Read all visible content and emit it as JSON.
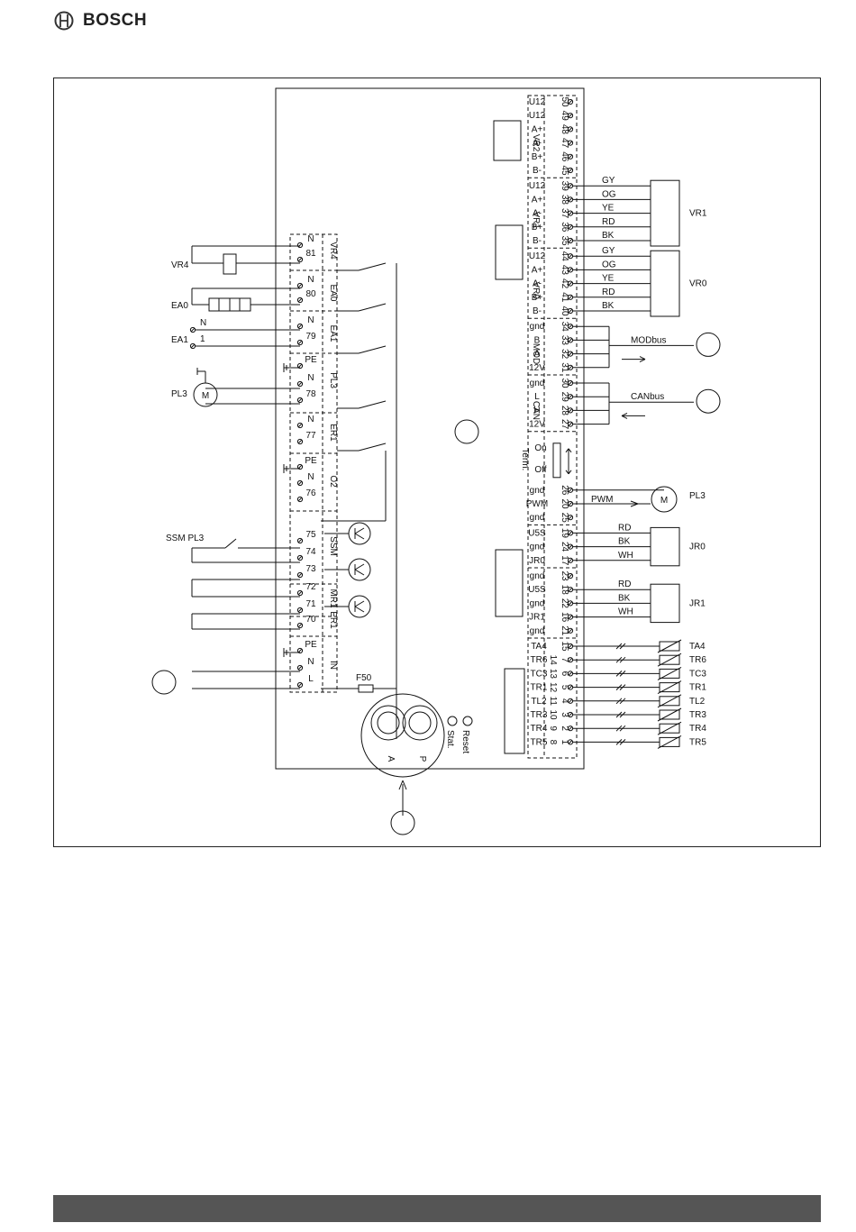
{
  "brand": {
    "name": "BOSCH",
    "logo_icon": "bosch-armature-icon",
    "footer_color": "#555555"
  },
  "diagram": {
    "left_devices": [
      "VR4",
      "EA0",
      "EA1",
      "PL3",
      "SSM PL3"
    ],
    "motor_symbol": "M",
    "ea1_terminals": [
      "N",
      "1"
    ],
    "left_terminals": [
      {
        "group": "VR4",
        "rows": [
          "N",
          "81"
        ]
      },
      {
        "group": "EA0",
        "rows": [
          "N",
          "80"
        ]
      },
      {
        "group": "EA1",
        "rows": [
          "N",
          "79"
        ]
      },
      {
        "group": "PL3",
        "rows": [
          "PE",
          "N",
          "78"
        ]
      },
      {
        "group": "ER1",
        "rows": [
          "N",
          "77"
        ]
      },
      {
        "group": "O2",
        "rows": [
          "PE",
          "N",
          "76"
        ]
      },
      {
        "group": "SSM",
        "rows": [
          "75",
          "74",
          "73"
        ]
      },
      {
        "group": "MR1",
        "rows": [
          "72",
          "71"
        ]
      },
      {
        "group": "ER1",
        "rows": [
          "70"
        ]
      },
      {
        "group": "IN",
        "rows": [
          "PE",
          "N",
          "L"
        ]
      }
    ],
    "fuse": "F50",
    "rotary_labels": [
      "A",
      "P"
    ],
    "led_labels": [
      "Stat.",
      "Reset"
    ],
    "right_terminals": [
      {
        "group": "VR2",
        "rows": [
          [
            "U12",
            "50"
          ],
          [
            "U12",
            "49"
          ],
          [
            "A+",
            "48"
          ],
          [
            "A-",
            "47"
          ],
          [
            "B+",
            "46"
          ],
          [
            "B-",
            "45"
          ]
        ]
      },
      {
        "group": "VR1",
        "rows": [
          [
            "U12",
            "39"
          ],
          [
            "A+",
            "38"
          ],
          [
            "A-",
            "37"
          ],
          [
            "B+",
            "36"
          ],
          [
            "B-",
            "35"
          ]
        ]
      },
      {
        "group": "VR0",
        "rows": [
          [
            "U12",
            "44"
          ],
          [
            "A+",
            "43"
          ],
          [
            "A-",
            "42"
          ],
          [
            "B+",
            "41"
          ],
          [
            "B-",
            "40"
          ]
        ]
      },
      {
        "group": "MOD",
        "rows": [
          [
            "gnd",
            "34"
          ],
          [
            "B",
            "33"
          ],
          [
            "A",
            "32"
          ],
          [
            "12V",
            "31"
          ]
        ]
      },
      {
        "group": "CAN",
        "rows": [
          [
            "gnd",
            "30"
          ],
          [
            "L",
            "29"
          ],
          [
            "H",
            "28"
          ],
          [
            "12V",
            "27"
          ]
        ]
      }
    ],
    "term_switch": {
      "label": "Term.",
      "on": "On",
      "off": "Off"
    },
    "pl3_terminals": [
      [
        "gnd",
        "26"
      ],
      [
        "PWM",
        "20"
      ],
      [
        "gnd",
        "25"
      ]
    ],
    "jr0_terminals": [
      [
        "U5S",
        "19"
      ],
      [
        "gnd",
        "24"
      ],
      [
        "JR0",
        "17"
      ]
    ],
    "jr1_terminals": [
      [
        "gnd",
        "23"
      ],
      [
        "U5S",
        "18"
      ],
      [
        "gnd",
        "22"
      ],
      [
        "JR1",
        "16"
      ],
      [
        "gnd",
        "21"
      ]
    ],
    "sensor_terminals": [
      [
        "TA4",
        "",
        "15"
      ],
      [
        "TR6",
        "14",
        "7"
      ],
      [
        "TC3",
        "13",
        "6"
      ],
      [
        "TR1",
        "12",
        "5"
      ],
      [
        "TL2",
        "11",
        "4"
      ],
      [
        "TR3",
        "10",
        "3"
      ],
      [
        "TR4",
        "9",
        "2"
      ],
      [
        "TR5",
        "8",
        "1"
      ]
    ],
    "vr1_wires": [
      "GY",
      "OG",
      "YE",
      "RD",
      "BK"
    ],
    "vr0_wires": [
      "GY",
      "OG",
      "YE",
      "RD",
      "BK"
    ],
    "vr_boxes": [
      "VR1",
      "VR0"
    ],
    "bus_labels": [
      "MODbus",
      "CANbus"
    ],
    "pwm_label": "PWM",
    "pl3_right_label": "PL3",
    "jr_wires": [
      "RD",
      "BK",
      "WH"
    ],
    "jr_boxes": [
      "JR0",
      "JR1"
    ],
    "sensors": [
      "TA4",
      "TR6",
      "TC3",
      "TR1",
      "TL2",
      "TR3",
      "TR4",
      "TR5"
    ]
  }
}
